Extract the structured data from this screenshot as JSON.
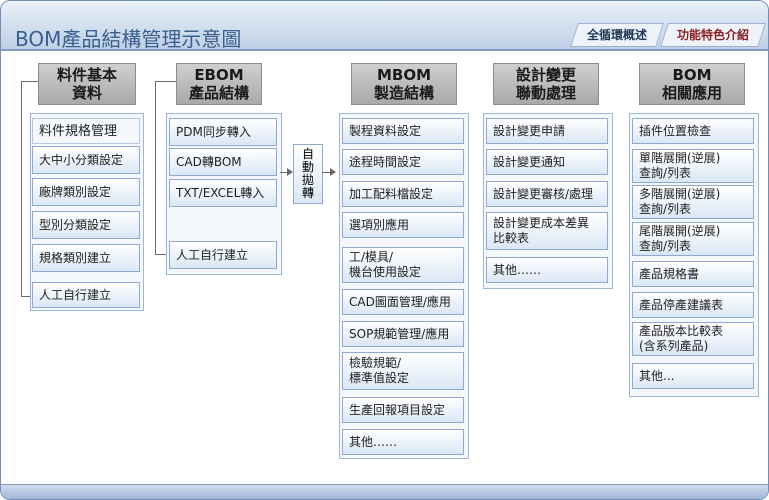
{
  "header": {
    "title": "BOM產品結構管理示意圖",
    "tab_overview": "全循環概述",
    "tab_features": "功能特色介紹"
  },
  "columns": {
    "material": {
      "header_line1": "料件基本",
      "header_line2": "資料",
      "items": [
        "料件規格管理",
        "大中小分類設定",
        "廠牌類別設定",
        "型別分類設定",
        "規格類別建立",
        "人工自行建立"
      ]
    },
    "ebom": {
      "header_line1": "EBOM",
      "header_line2": "產品結構",
      "items": [
        "PDM同步轉入",
        "CAD轉BOM",
        "TXT/EXCEL轉入",
        "人工自行建立"
      ]
    },
    "auto_convert": "自動拋轉",
    "mbom": {
      "header_line1": "MBOM",
      "header_line2": "製造結構",
      "items": [
        "製程資料設定",
        "途程時間設定",
        "加工配料檔設定",
        "選項別應用",
        "工/模具/",
        "機台使用設定",
        "CAD圖面管理/應用",
        "SOP規範管理/應用",
        "檢驗規範/",
        "標準值設定",
        "生產回報項目設定",
        "其他……"
      ]
    },
    "ecn": {
      "header_line1": "設計變更",
      "header_line2": "聯動處理",
      "items": [
        "設計變更申請",
        "設計變更通知",
        "設計變更審核/處理",
        "設計變更成本差異",
        "比較表",
        "其他……"
      ]
    },
    "bom_app": {
      "header_line1": "BOM",
      "header_line2": "相關應用",
      "items": [
        "插件位置檢查",
        "單階展開(逆展)",
        "查詢/列表",
        "多階展開(逆展)",
        "查詢/列表",
        "尾階展開(逆展)",
        "查詢/列表",
        "產品規格書",
        "產品停產建議表",
        "產品版本比較表",
        "(含系列產品)",
        "其他..."
      ]
    }
  }
}
